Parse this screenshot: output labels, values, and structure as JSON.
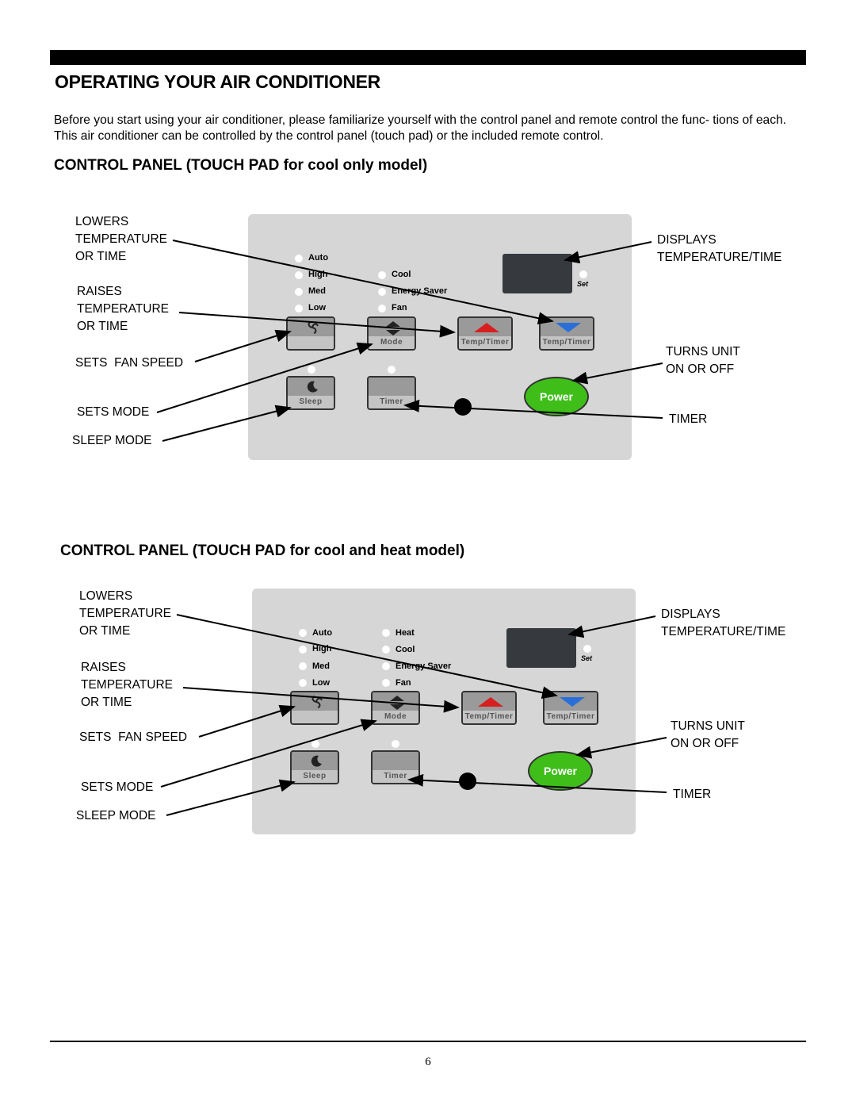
{
  "title": "OPERATING YOUR AIR CONDITIONER",
  "intro": "Before you start using your air conditioner, please familiarize yourself with the control panel and remote control the func- tions of each. This air conditioner can be controlled by the control panel (touch pad) or the included remote control.",
  "sections": [
    {
      "heading": "CONTROL PANEL (TOUCH PAD for cool only model)",
      "indicators_left": [
        "Auto",
        "High",
        "Med",
        "Low"
      ],
      "indicators_right": [
        "Cool",
        "Energy Saver",
        "Fan"
      ],
      "buttons": [
        "",
        "Mode",
        "Temp/Timer",
        "Temp/Timer",
        "Sleep",
        "Timer"
      ],
      "set_label": "Set",
      "power_label": "Power",
      "callouts": {
        "lowers": "LOWERS\nTEMPERATURE\nOR TIME",
        "raises": "RAISES\nTEMPERATURE\nOR TIME",
        "fan_speed": "SETS  FAN SPEED",
        "mode": "SETS MODE",
        "sleep": "SLEEP MODE",
        "displays": "DISPLAYS\nTEMPERATURE/TIME",
        "turns_unit": "TURNS UNIT\nON OR OFF",
        "timer": "TIMER"
      }
    },
    {
      "heading": "CONTROL PANEL (TOUCH PAD for cool and heat model)",
      "indicators_left": [
        "Auto",
        "High",
        "Med",
        "Low"
      ],
      "indicators_right": [
        "Heat",
        "Cool",
        "Energy Saver",
        "Fan"
      ],
      "buttons": [
        "",
        "Mode",
        "Temp/Timer",
        "Temp/Timer",
        "Sleep",
        "Timer"
      ],
      "set_label": "Set",
      "power_label": "Power",
      "callouts": {
        "lowers": "LOWERS\nTEMPERATURE\nOR TIME",
        "raises": "RAISES\nTEMPERATURE\nOR TIME",
        "fan_speed": "SETS  FAN SPEED",
        "mode": "SETS MODE",
        "sleep": "SLEEP MODE",
        "displays": "DISPLAYS\nTEMPERATURE/TIME",
        "turns_unit": "TURNS UNIT\nON OR OFF",
        "timer": "TIMER"
      }
    }
  ],
  "page_number": "6",
  "colors": {
    "power": "#3fbe1a",
    "temp_up": "#d81f1f",
    "temp_down": "#2a6fd8",
    "panel": "#d6d6d6",
    "display": "#363a3f"
  }
}
